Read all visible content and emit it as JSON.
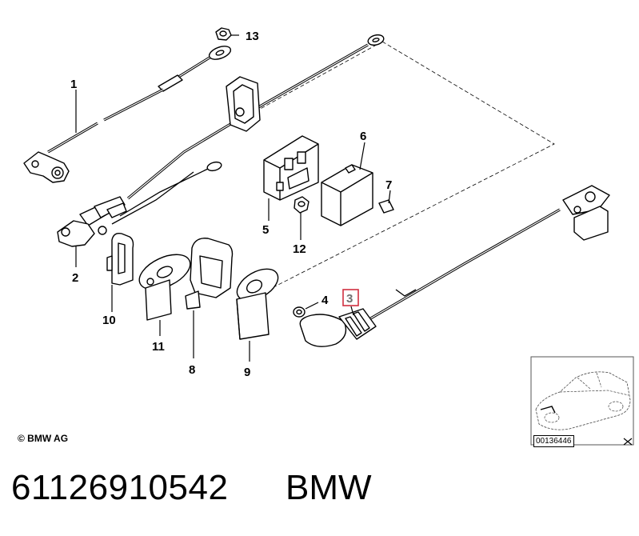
{
  "callouts": {
    "c1": "1",
    "c2": "2",
    "c3": "3",
    "c4": "4",
    "c5": "5",
    "c6": "6",
    "c7": "7",
    "c8": "8",
    "c9": "9",
    "c10": "10",
    "c11": "11",
    "c12": "12",
    "c13": "13"
  },
  "highlight_color": "#d03040",
  "copyright": "© BMW AG",
  "thumbnail_id": "00136446",
  "part_number": "61126910542",
  "brand": "BMW"
}
